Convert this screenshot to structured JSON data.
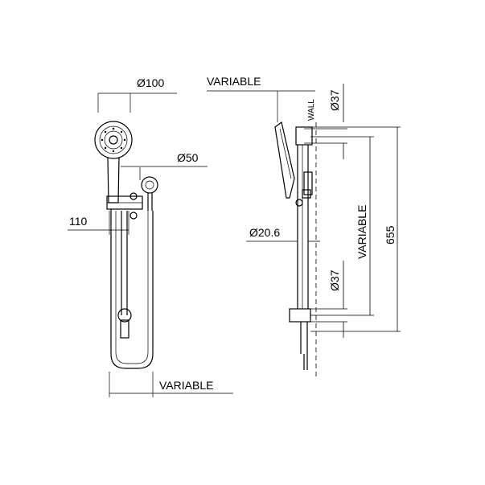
{
  "labels": {
    "head_diameter": "Ø100",
    "top_left_variable": "VARIABLE",
    "connector_diameter": "Ø50",
    "arm_length": "110",
    "bottom_variable": "VARIABLE",
    "wall": "WALL",
    "top_bracket_diameter": "Ø37",
    "rail_diameter": "Ø20.6",
    "bottom_bracket_diameter": "Ø37",
    "center_variable": "VARIABLE",
    "total_height": "655"
  }
}
